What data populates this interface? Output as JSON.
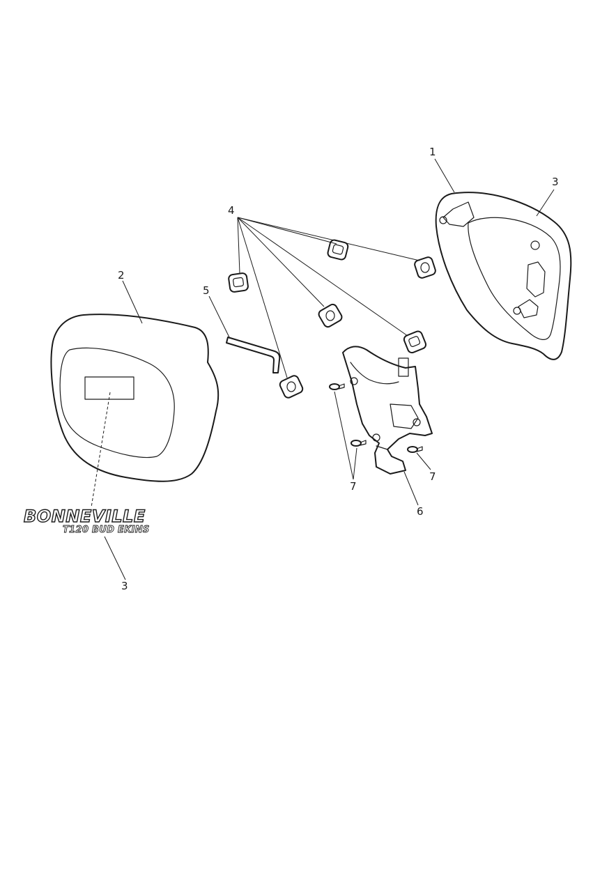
{
  "callouts": {
    "c1": "1",
    "c2": "2",
    "c3_top": "3",
    "c3_bottom": "3",
    "c4": "4",
    "c5": "5",
    "c6": "6",
    "c7_left": "7",
    "c7_right": "7"
  },
  "badge": {
    "line1": "BONNEVILLE",
    "line2": "T120 BUD EKINS"
  }
}
